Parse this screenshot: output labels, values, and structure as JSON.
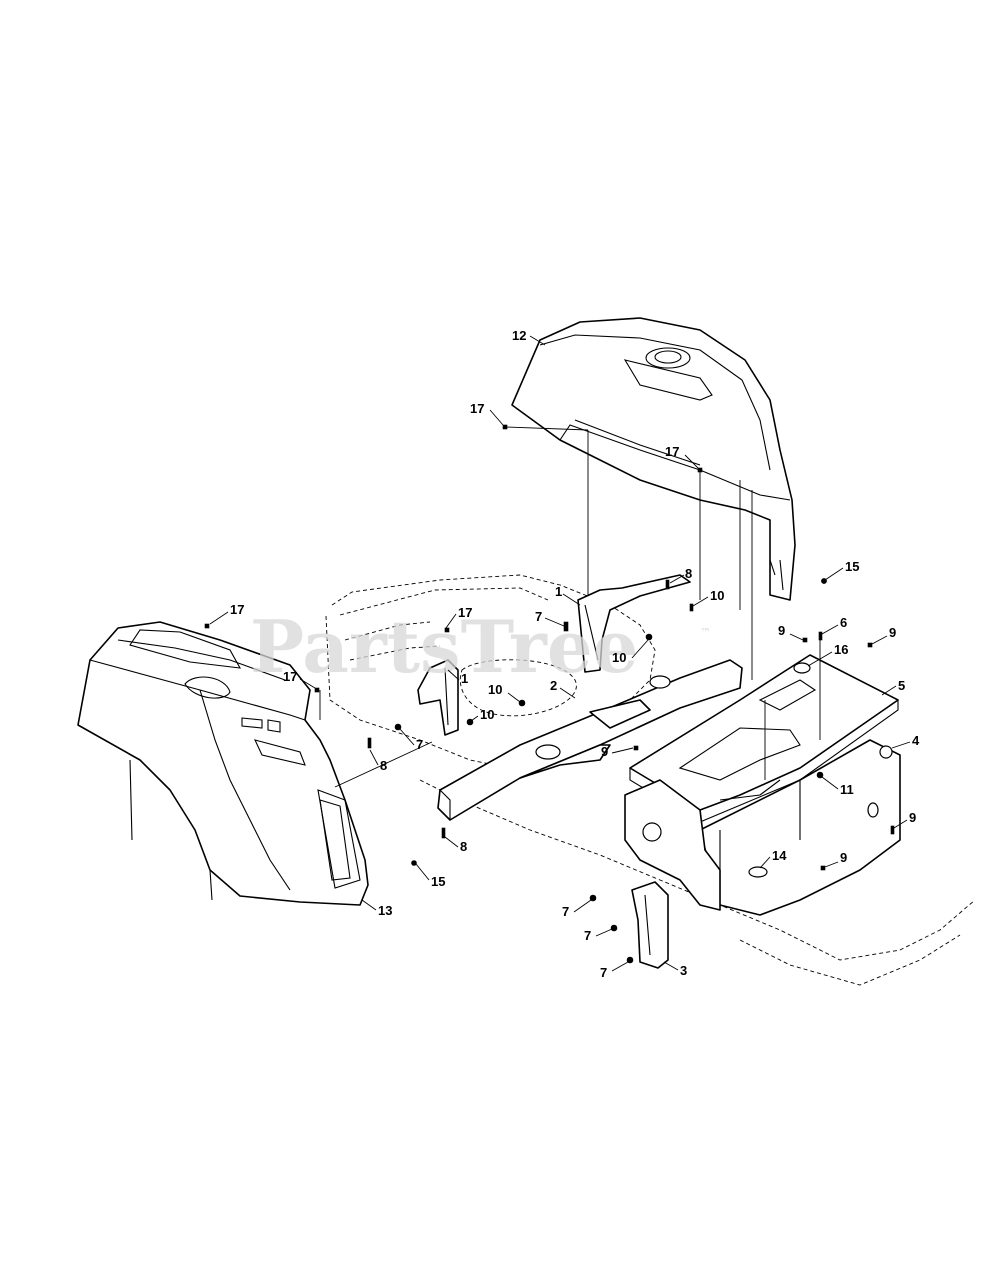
{
  "watermark": {
    "text": "PartsTree",
    "trademark": "™"
  },
  "callouts": [
    {
      "id": "c12a",
      "label": "12"
    },
    {
      "id": "c17a",
      "label": "17"
    },
    {
      "id": "c17b",
      "label": "17"
    },
    {
      "id": "c15a",
      "label": "15"
    },
    {
      "id": "c1a",
      "label": "1"
    },
    {
      "id": "c8a",
      "label": "8"
    },
    {
      "id": "c7a",
      "label": "7"
    },
    {
      "id": "c10a",
      "label": "10"
    },
    {
      "id": "c10b",
      "label": "10"
    },
    {
      "id": "c9a",
      "label": "9"
    },
    {
      "id": "c6a",
      "label": "6"
    },
    {
      "id": "c9b",
      "label": "9"
    },
    {
      "id": "c16a",
      "label": "16"
    },
    {
      "id": "c5a",
      "label": "5"
    },
    {
      "id": "c17c",
      "label": "17"
    },
    {
      "id": "c17d",
      "label": "17"
    },
    {
      "id": "c17e",
      "label": "17"
    },
    {
      "id": "c1b",
      "label": "1"
    },
    {
      "id": "c2a",
      "label": "2"
    },
    {
      "id": "c10c",
      "label": "10"
    },
    {
      "id": "c10d",
      "label": "10"
    },
    {
      "id": "c7b",
      "label": "7"
    },
    {
      "id": "c8b",
      "label": "8"
    },
    {
      "id": "c9c",
      "label": "9"
    },
    {
      "id": "c4a",
      "label": "4"
    },
    {
      "id": "c11a",
      "label": "11"
    },
    {
      "id": "c9d",
      "label": "9"
    },
    {
      "id": "c8c",
      "label": "8"
    },
    {
      "id": "c14a",
      "label": "14"
    },
    {
      "id": "c9e",
      "label": "9"
    },
    {
      "id": "c15b",
      "label": "15"
    },
    {
      "id": "c13a",
      "label": "13"
    },
    {
      "id": "c7c",
      "label": "7"
    },
    {
      "id": "c7d",
      "label": "7"
    },
    {
      "id": "c7e",
      "label": "7"
    },
    {
      "id": "c3a",
      "label": "3"
    }
  ]
}
